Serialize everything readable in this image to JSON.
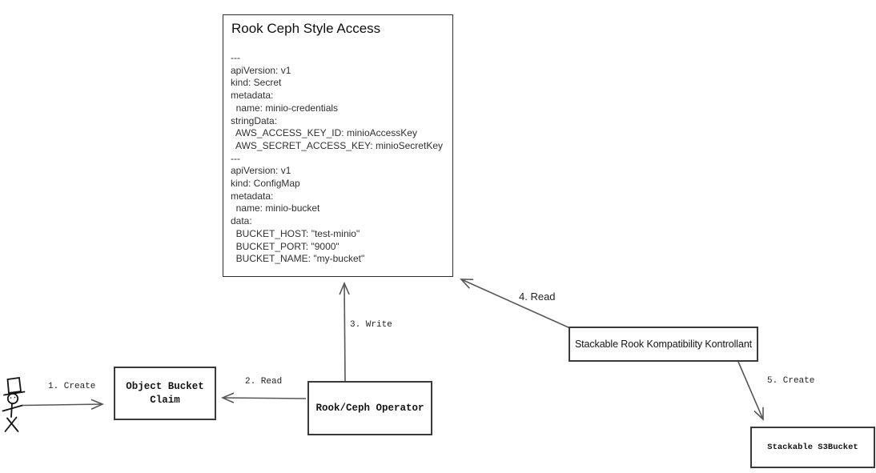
{
  "diagram": {
    "main_box": {
      "title": "Rook Ceph Style Access",
      "yaml_lines": [
        "---",
        "apiVersion: v1",
        "kind: Secret",
        "metadata:",
        "  name: minio-credentials",
        "stringData:",
        "  AWS_ACCESS_KEY_ID: minioAccessKey",
        "  AWS_SECRET_ACCESS_KEY: minioSecretKey",
        "---",
        "apiVersion: v1",
        "kind: ConfigMap",
        "metadata:",
        "  name: minio-bucket",
        "data:",
        "  BUCKET_HOST: \"test-minio\"",
        "  BUCKET_PORT: \"9000\"",
        "  BUCKET_NAME: \"my-bucket\""
      ]
    },
    "nodes": {
      "object_bucket_claim": "Object Bucket Claim",
      "rook_ceph_operator": "Rook/Ceph Operator",
      "kontrollant": "Stackable Rook Kompatibility Kontrollant",
      "s3_bucket": "Stackable S3Bucket"
    },
    "edges": [
      {
        "label": "1. Create",
        "from": "user",
        "to": "object_bucket_claim"
      },
      {
        "label": "2. Read",
        "from": "rook_ceph_operator",
        "to": "object_bucket_claim"
      },
      {
        "label": "3. Write",
        "from": "rook_ceph_operator",
        "to": "rook_ceph_style_access"
      },
      {
        "label": "4. Read",
        "from": "kontrollant",
        "to": "rook_ceph_style_access"
      },
      {
        "label": "5. Create",
        "from": "kontrollant",
        "to": "s3_bucket"
      }
    ],
    "actor": {
      "name": "user"
    },
    "colors": {
      "arrow_stroke": "#575757",
      "node_border": "#3a3a3a",
      "text": "#1f1f1f",
      "background": "#ffffff"
    }
  }
}
